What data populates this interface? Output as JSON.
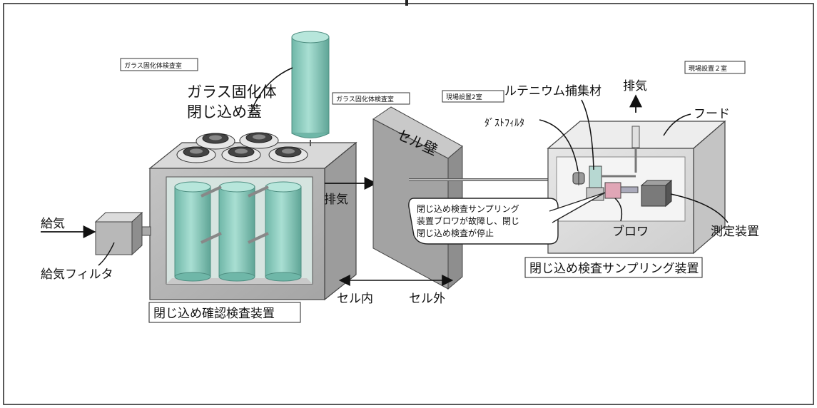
{
  "room_labels": {
    "glass_room_left": "ガラス固化体検査室",
    "glass_room_mid": "ガラス固化体検査室",
    "site_room_mid": "現場設置2室",
    "site_room_right": "現場設置２室"
  },
  "labels": {
    "glass_cap_line1": "ガラス固化体",
    "glass_cap_line2": "閉じ込め蓋",
    "ruthenium": "ルテニウム捕集材",
    "exhaust_top": "排気",
    "dust_filter": "ﾀﾞｽﾄﾌｨﾙﾀ",
    "hood": "フード",
    "cell_wall": "セル壁",
    "exhaust_mid": "排気",
    "supply_air": "給気",
    "supply_filter": "給気フィルタ",
    "blower": "ブロワ",
    "measuring_device": "測定装置",
    "cell_inside": "セル内",
    "cell_outside": "セル外"
  },
  "callout": {
    "line1": "閉じ込め検査サンプリング",
    "line2": "装置ブロワが故障し、閉じ",
    "line3": "閉じ込め検査が停止"
  },
  "boxed_titles": {
    "containment_check_device": "閉じ込め確認検査装置",
    "sampling_device": "閉じ込め検査サンプリング装置"
  },
  "colors": {
    "canister": "#8fcfc2",
    "canister_dark": "#5aa89a",
    "box_gray": "#b8b8b8",
    "wall_gray": "#9e9e9e",
    "blower_pink": "#e0a6b6"
  }
}
